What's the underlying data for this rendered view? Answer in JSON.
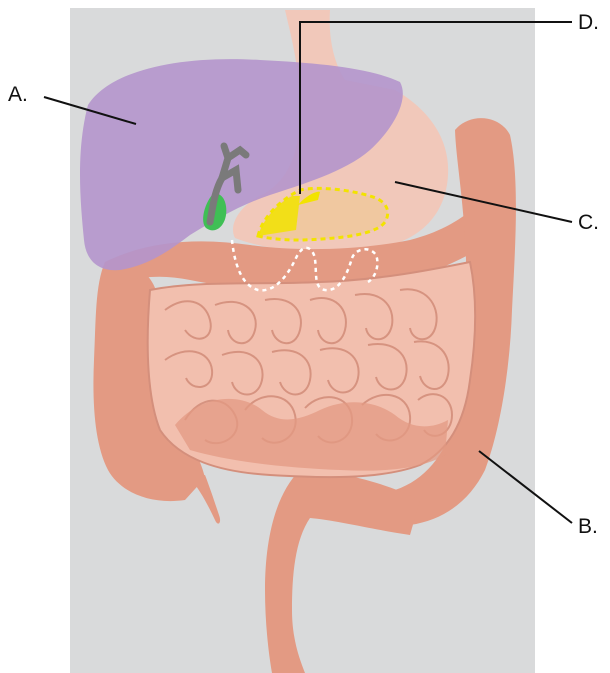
{
  "labels": {
    "a": "A.",
    "b": "B.",
    "c": "C.",
    "d": "D."
  },
  "colors": {
    "background_panel": "#d9dadb",
    "liver": "#b495cc",
    "gallbladder": "#3fbf55",
    "bile_duct": "#7a7a7a",
    "stomach": "#f2c7b8",
    "pancreas_fill": "#f0c8a0",
    "pancreas_outline": "#f2e300",
    "large_intestine": "#e39a83",
    "small_intestine": "#f2bfae",
    "small_intestine_outline": "#d48f7c",
    "leader_line": "#111111"
  }
}
